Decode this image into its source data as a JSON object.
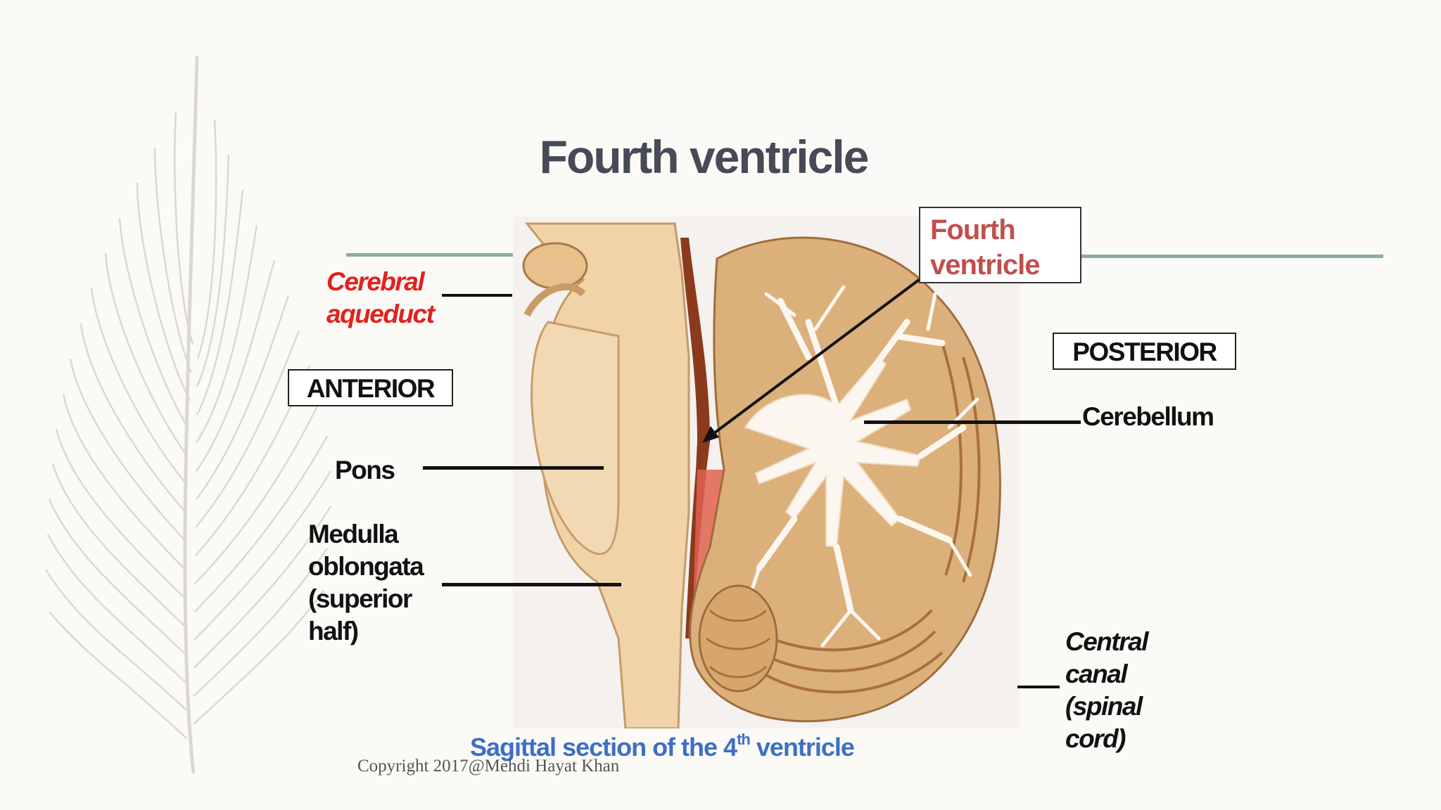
{
  "title": "Fourth ventricle",
  "labels": {
    "cerebral_aqueduct": [
      "Cerebral",
      "aqueduct"
    ],
    "anterior": "ANTERIOR",
    "posterior": "POSTERIOR",
    "pons": "Pons",
    "medulla": [
      "Medulla",
      "oblongata",
      "(superior",
      "half)"
    ],
    "cerebellum": "Cerebellum",
    "central_canal": [
      "Central",
      "canal",
      "(spinal",
      "cord)"
    ],
    "fourth_ventricle": [
      "Fourth",
      "ventricle"
    ]
  },
  "caption": {
    "prefix": "Sagittal section of the 4",
    "sup": "th",
    "suffix": " ventricle"
  },
  "copyright": "Copyright 2017@Mehdi Hayat Khan",
  "colors": {
    "title": "#474a57",
    "rule": "#87aca8",
    "red_label": "#e2211c",
    "ventricle_label": "#c0504d",
    "caption": "#3d6fc4",
    "tissue_light": "#f1d7b4",
    "tissue_dark": "#b8824f"
  }
}
